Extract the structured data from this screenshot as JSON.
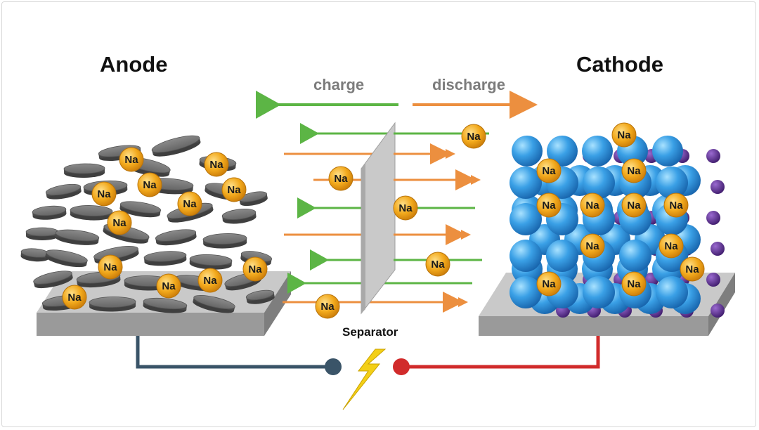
{
  "labels": {
    "anode": "Anode",
    "cathode": "Cathode",
    "charge": "charge",
    "discharge": "discharge",
    "separator": "Separator",
    "ion": "Na"
  },
  "colors": {
    "charge_arrow": "#5cb545",
    "discharge_arrow": "#ec8f3f",
    "ion_fill": "#f2a91c",
    "anode_wire": "#3a5468",
    "cathode_wire": "#d12b2b",
    "lightning": "#f3cf17",
    "cathode_sphere": "#2f8fd6",
    "cathode_small_sphere": "#5b2d8e",
    "anode_flake": "#6f6f6f",
    "separator": "#c9c9c9"
  },
  "icons": [
    "lightning-bolt-icon",
    "negative-terminal-icon",
    "positive-terminal-icon"
  ]
}
